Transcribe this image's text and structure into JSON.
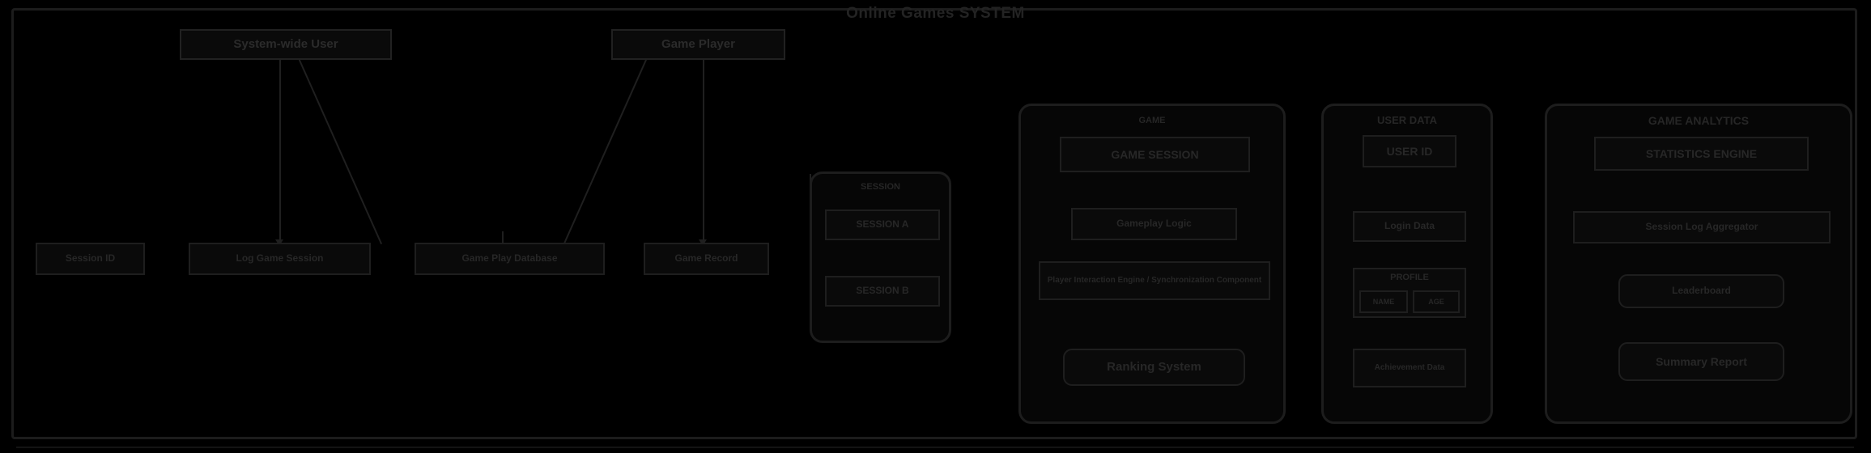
{
  "title": "Online Games SYSTEM",
  "colors": {
    "background": "#000000",
    "stroke": "#1e1e1e",
    "text": "#272727",
    "panel_stroke": "#1d1d1d"
  },
  "top_nodes": [
    {
      "id": "top-1",
      "label": "System-wide User"
    },
    {
      "id": "top-2",
      "label": "Game Player"
    }
  ],
  "row_nodes": [
    {
      "id": "row-1",
      "label": "Session ID"
    },
    {
      "id": "row-2",
      "label": "Log Game Session"
    },
    {
      "id": "row-3",
      "label": "Game Play Database"
    },
    {
      "id": "row-4",
      "label": "Game Record"
    }
  ],
  "panels": [
    {
      "id": "panel-session",
      "title": "SESSION",
      "items": [
        {
          "id": "session-item-1",
          "label": "SESSION A"
        },
        {
          "id": "session-item-2",
          "label": "SESSION B"
        }
      ]
    },
    {
      "id": "panel-game",
      "title": "GAME",
      "items": [
        {
          "id": "game-header",
          "label": "GAME SESSION"
        },
        {
          "id": "game-item-1",
          "label": "Gameplay Logic"
        },
        {
          "id": "game-item-2",
          "label": "Player Interaction Engine / Synchronization Component"
        },
        {
          "id": "game-item-3",
          "label": "Ranking System"
        }
      ]
    },
    {
      "id": "panel-user-data",
      "title": "USER DATA",
      "items": [
        {
          "id": "user-header",
          "label": "USER ID"
        },
        {
          "id": "user-item-1",
          "label": "Login Data"
        },
        {
          "id": "user-item-2",
          "label": "PROFILE"
        },
        {
          "id": "user-item-2a",
          "label": "NAME"
        },
        {
          "id": "user-item-2b",
          "label": "AGE"
        },
        {
          "id": "user-item-3",
          "label": "Achievement Data"
        }
      ]
    },
    {
      "id": "panel-game-analytics",
      "title": "GAME ANALYTICS",
      "items": [
        {
          "id": "analytics-header",
          "label": "STATISTICS ENGINE"
        },
        {
          "id": "analytics-item-1",
          "label": "Session Log Aggregator"
        },
        {
          "id": "analytics-item-2",
          "label": "Leaderboard"
        },
        {
          "id": "analytics-item-3",
          "label": "Summary Report"
        }
      ]
    }
  ]
}
